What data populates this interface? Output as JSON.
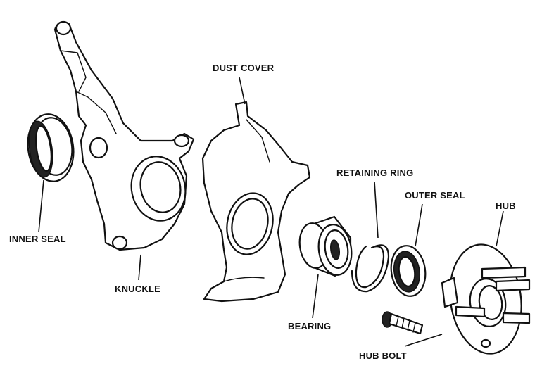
{
  "labels": {
    "inner_seal": "INNER SEAL",
    "knuckle": "KNUCKLE",
    "dust_cover": "DUST COVER",
    "retaining_ring": "RETAINING RING",
    "outer_seal": "OUTER SEAL",
    "hub": "HUB",
    "bearing": "BEARING",
    "hub_bolt": "HUB BOLT"
  }
}
